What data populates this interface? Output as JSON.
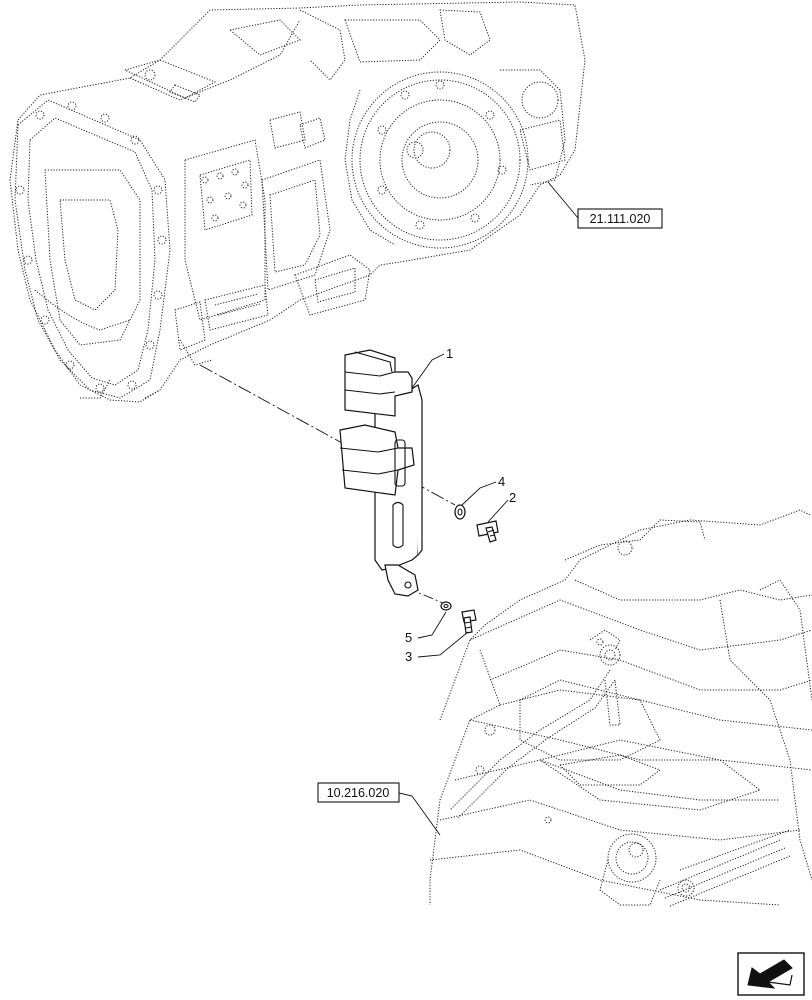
{
  "callouts": [
    {
      "id": "c1",
      "text": "1"
    },
    {
      "id": "c2",
      "text": "2"
    },
    {
      "id": "c3",
      "text": "3"
    },
    {
      "id": "c4",
      "text": "4"
    },
    {
      "id": "c5",
      "text": "5"
    }
  ],
  "references": {
    "upper": "21.111.020",
    "lower": "10.216.020"
  },
  "nav_icon": "previous-page-arrow-icon"
}
